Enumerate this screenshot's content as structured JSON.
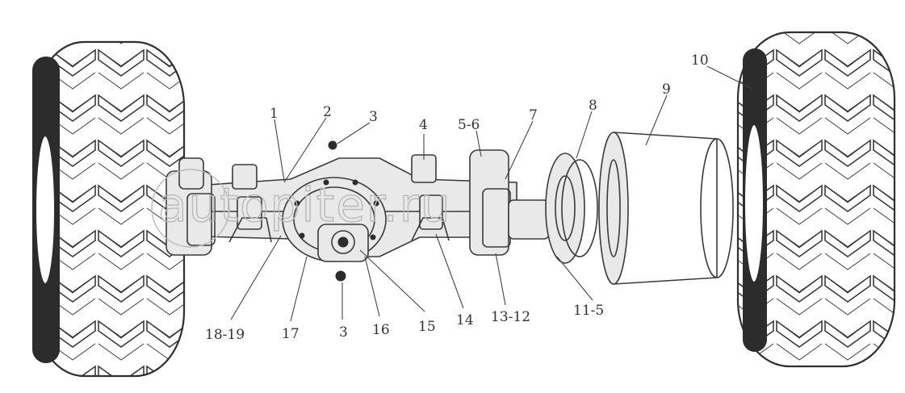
{
  "watermark": {
    "text": "autopiter.ru"
  },
  "callouts": [
    {
      "id": "c1",
      "text": "1"
    },
    {
      "id": "c2",
      "text": "2"
    },
    {
      "id": "c3a",
      "text": "3"
    },
    {
      "id": "c4",
      "text": "4"
    },
    {
      "id": "c5",
      "text": "5-6"
    },
    {
      "id": "c7",
      "text": "7"
    },
    {
      "id": "c8",
      "text": "8"
    },
    {
      "id": "c9",
      "text": "9"
    },
    {
      "id": "c10",
      "text": "10"
    },
    {
      "id": "c11",
      "text": "11-5"
    },
    {
      "id": "c13",
      "text": "13-12"
    },
    {
      "id": "c14",
      "text": "14"
    },
    {
      "id": "c15",
      "text": "15"
    },
    {
      "id": "c16",
      "text": "16"
    },
    {
      "id": "c3b",
      "text": "3"
    },
    {
      "id": "c17",
      "text": "17"
    },
    {
      "id": "c18",
      "text": "18-19"
    }
  ]
}
